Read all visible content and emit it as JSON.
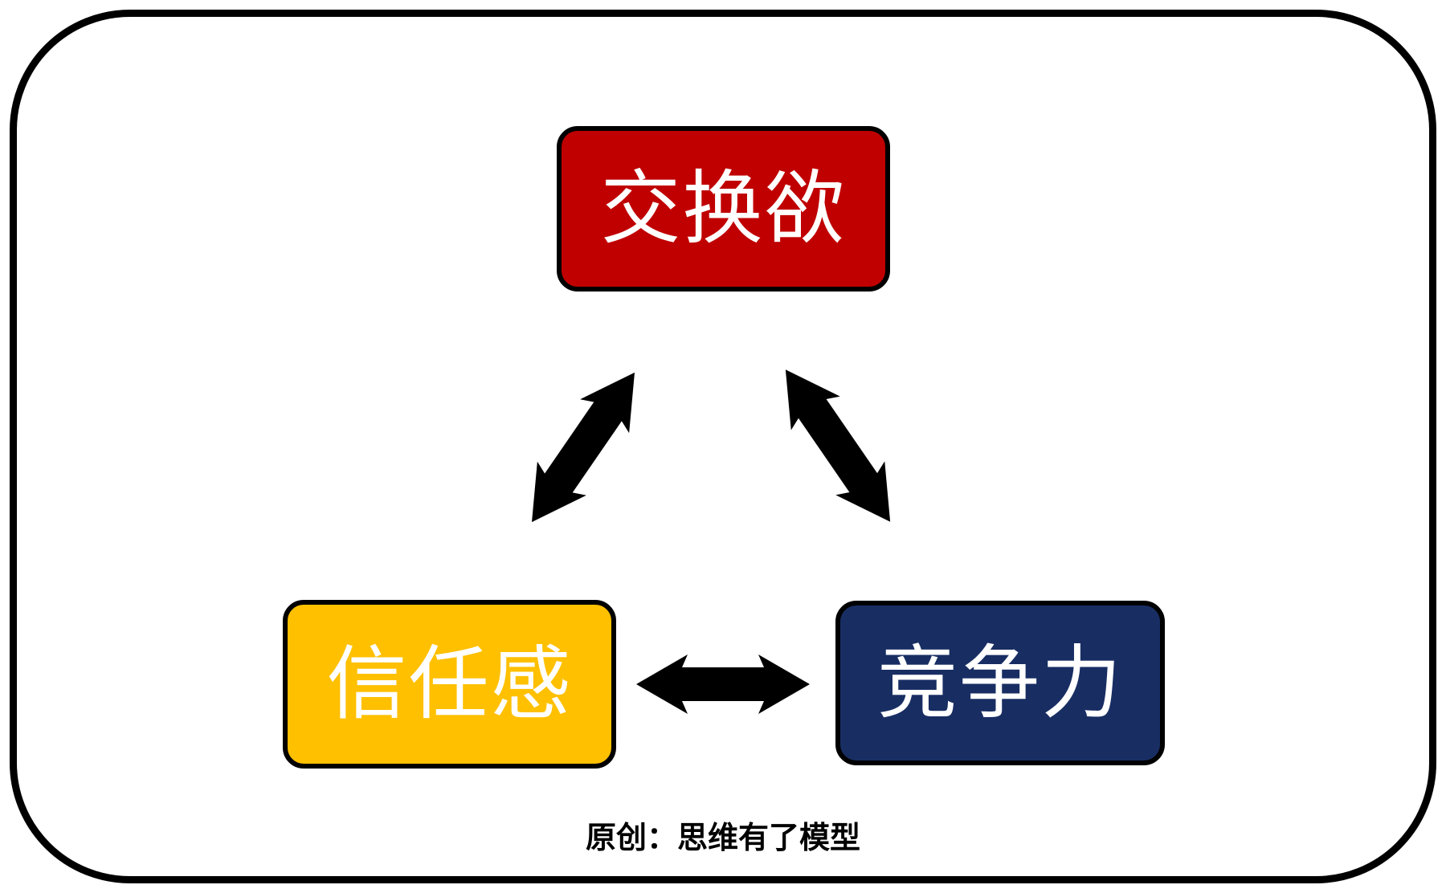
{
  "diagram": {
    "title_caption": "原创：思维有了模型",
    "background_color": "#FFFFFF",
    "frame_border_color": "#000000",
    "arrow_color": "#000000",
    "nodes": [
      {
        "id": "exchange-desire",
        "label": "交换欲",
        "fill_color": "#C00000",
        "text_color": "#FFFFFF",
        "position": "top-center"
      },
      {
        "id": "trust",
        "label": "信任感",
        "fill_color": "#FFC000",
        "text_color": "#FFFFFF",
        "position": "bottom-left"
      },
      {
        "id": "competitiveness",
        "label": "竞争力",
        "fill_color": "#182E63",
        "text_color": "#FFFFFF",
        "position": "bottom-right"
      }
    ],
    "edges": [
      {
        "from": "交换欲",
        "to": "信任感",
        "style": "double-headed-arrow"
      },
      {
        "from": "交换欲",
        "to": "竞争力",
        "style": "double-headed-arrow"
      },
      {
        "from": "信任感",
        "to": "竞争力",
        "style": "double-headed-arrow"
      }
    ]
  }
}
